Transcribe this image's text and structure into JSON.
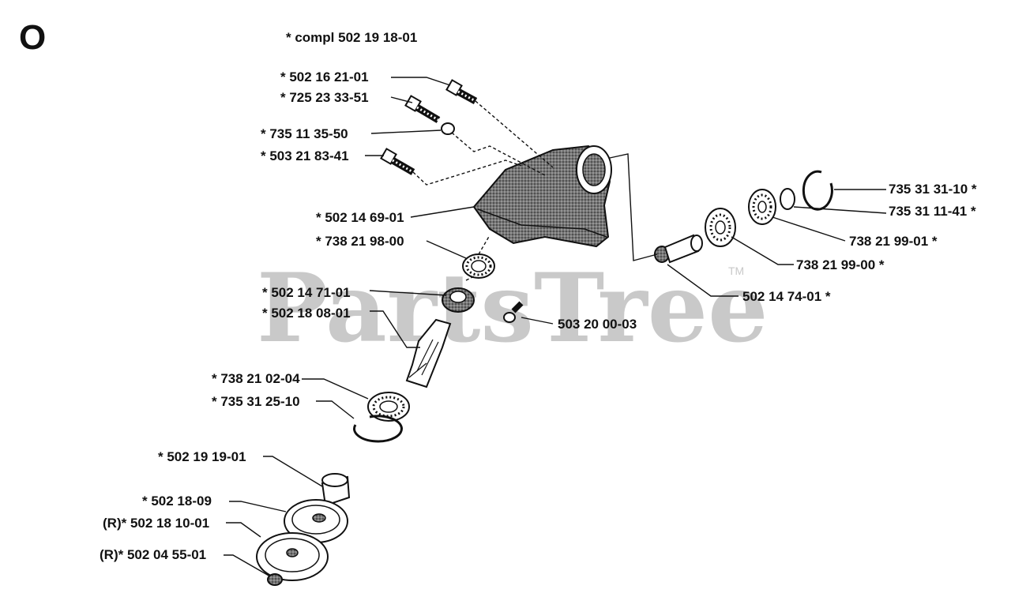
{
  "section_letter": "O",
  "watermark": {
    "text": "PartsTree",
    "trademark": "TM"
  },
  "assembly_label": "* compl 502 19 18-01",
  "parts": [
    {
      "id": "p1",
      "label": "* 502 16 21-01"
    },
    {
      "id": "p2",
      "label": "* 725 23 33-51"
    },
    {
      "id": "p3",
      "label": "* 735 11 35-50"
    },
    {
      "id": "p4",
      "label": "* 503 21 83-41"
    },
    {
      "id": "p5",
      "label": "* 502 14 69-01"
    },
    {
      "id": "p6",
      "label": "* 738 21 98-00"
    },
    {
      "id": "p7",
      "label": "* 502 14 71-01"
    },
    {
      "id": "p8",
      "label": "* 502 18 08-01"
    },
    {
      "id": "p9",
      "label": "* 738 21 02-04"
    },
    {
      "id": "p10",
      "label": "* 735 31 25-10"
    },
    {
      "id": "p11",
      "label": "* 502 19 19-01"
    },
    {
      "id": "p12",
      "label": "* 502 18-09"
    },
    {
      "id": "p13",
      "label": "(R)* 502 18 10-01"
    },
    {
      "id": "p14",
      "label": "(R)* 502 04 55-01"
    },
    {
      "id": "p15",
      "label": "735 31 31-10 *"
    },
    {
      "id": "p16",
      "label": "735 31 11-41 *"
    },
    {
      "id": "p17",
      "label": "738 21 99-01 *"
    },
    {
      "id": "p18",
      "label": "738 21 99-00 *"
    },
    {
      "id": "p19",
      "label": "502 14 74-01 *"
    },
    {
      "id": "p20",
      "label": "503 20 00-03"
    }
  ]
}
